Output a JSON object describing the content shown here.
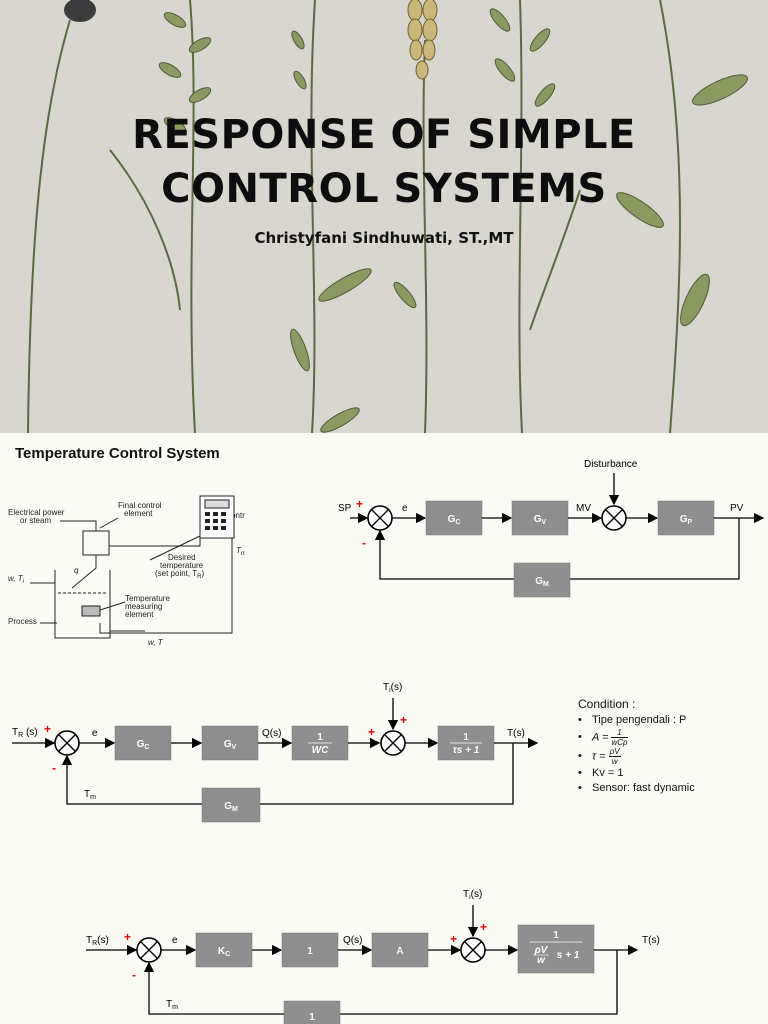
{
  "slide1": {
    "title_line1": "RESPONSE OF SIMPLE",
    "title_line2": "CONTROL SYSTEMS",
    "author": "Christyfani Sindhuwati, ST.,MT"
  },
  "slide2": {
    "title": "Temperature Control System",
    "schematic": {
      "electrical_power": "Electrical power",
      "or_steam": "or steam",
      "final_control": "Final control",
      "element": "element",
      "controller": "Controller",
      "desired": "Desired",
      "temperature": "temperature",
      "set_point": "(set point, T",
      "set_point_sub": "R",
      "temp_measuring": "Temperature",
      "measuring": "measuring",
      "measuring_element": "element",
      "process": "Process",
      "q": "q",
      "w_ti": "w, T",
      "w_ti_sub": "i",
      "w_t": "w, T",
      "t_m": "T",
      "t_m_sub": "m"
    },
    "diagram1": {
      "sp": "SP",
      "e": "e",
      "disturbance": "Disturbance",
      "mv": "MV",
      "pv": "PV",
      "gc": "G",
      "gc_sub": "C",
      "gv": "G",
      "gv_sub": "V",
      "gp": "G",
      "gp_sub": "P",
      "gm": "G",
      "gm_sub": "M",
      "plus": "+",
      "minus": "-"
    },
    "diagram2": {
      "tr": "T",
      "tr_sub": "R",
      "tr_s": " (s)",
      "e": "e",
      "gc": "G",
      "gc_sub": "C",
      "gv": "G",
      "gv_sub": "V",
      "qs": "Q(s)",
      "wc_num": "1",
      "wc_den": "WC",
      "ti": "T",
      "ti_sub": "i",
      "ti_s": "(s)",
      "tau_num": "1",
      "tau_den": "τs + 1",
      "ts": "T(s)",
      "tm": "T",
      "tm_sub": "m",
      "gm": "G",
      "gm_sub": "M",
      "plus": "+",
      "minus": "-"
    },
    "condition": {
      "heading": "Condition :",
      "item1": "Tipe pengendali : P",
      "a_lhs": "A =",
      "a_num": "1",
      "a_den": "wCp",
      "tau_lhs": "τ =",
      "tau_num": "ρV",
      "tau_den": "w",
      "item4": "Kv = 1",
      "item5": "Sensor: fast dynamic"
    },
    "diagram3": {
      "tr": "T",
      "tr_sub": "R",
      "tr_s": "(s)",
      "e": "e",
      "kc": "K",
      "kc_sub": "C",
      "one": "1",
      "qs": "Q(s)",
      "a": "A",
      "ti": "T",
      "ti_sub": "i",
      "ti_s": "(s)",
      "proc_num": "1",
      "proc_den_frac_num": "ρV",
      "proc_den_frac_den": "w",
      "proc_den_rest": "s + 1",
      "ts": "T(s)",
      "tm": "T",
      "tm_sub": "m",
      "feedback": "1",
      "plus": "+",
      "minus": "-"
    }
  },
  "colors": {
    "slide1_bg": "#d8d6cf",
    "slide2_bg": "#fbfbf6",
    "block": "#8e8e8e",
    "sign_red": "#e00000"
  }
}
